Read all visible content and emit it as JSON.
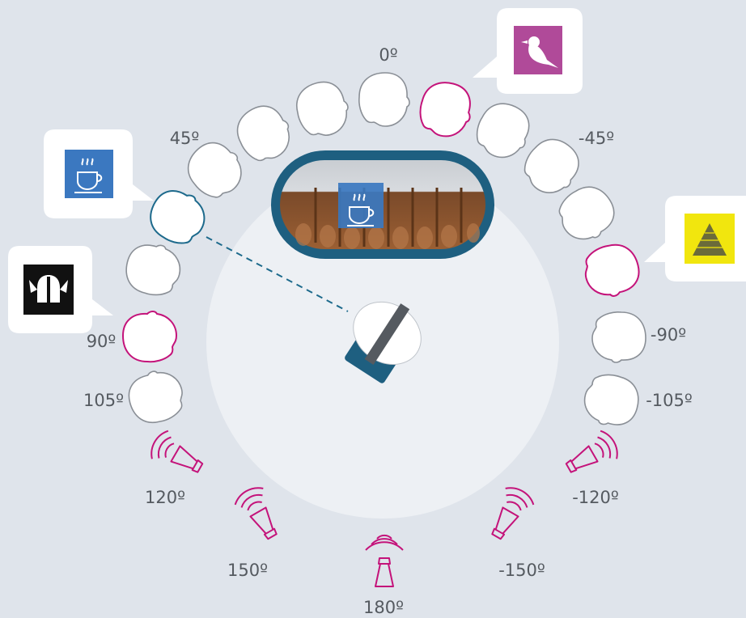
{
  "angle_labels": {
    "a0": "0º",
    "a45": "45º",
    "am45": "-45º",
    "a90": "90º",
    "am90": "-90º",
    "a105": "105º",
    "am105": "-105º",
    "a120": "120º",
    "am120": "-120º",
    "a150": "150º",
    "am150": "-150º",
    "a180": "180º"
  },
  "icons": {
    "bird": "bird-icon",
    "coffee": "coffee-cup-icon",
    "viking": "viking-helmet-icon",
    "pyramid": "pyramid-icon",
    "screen": "panoramic-screen-icon",
    "listener": "listener-head-icon",
    "speaker": "speaker-icon"
  },
  "colors": {
    "background": "#dfe4eb",
    "floor": "#edf0f4",
    "head_neutral": "#ffffff",
    "head_outline": "#8a8f96",
    "highlight": "#c4137a",
    "focus": "#1d6a8c",
    "bird_tile": "#b04a99",
    "coffee_tile": "#3b78c0",
    "pyramid_tile": "#f1e60e",
    "viking_tile": "#111111"
  }
}
